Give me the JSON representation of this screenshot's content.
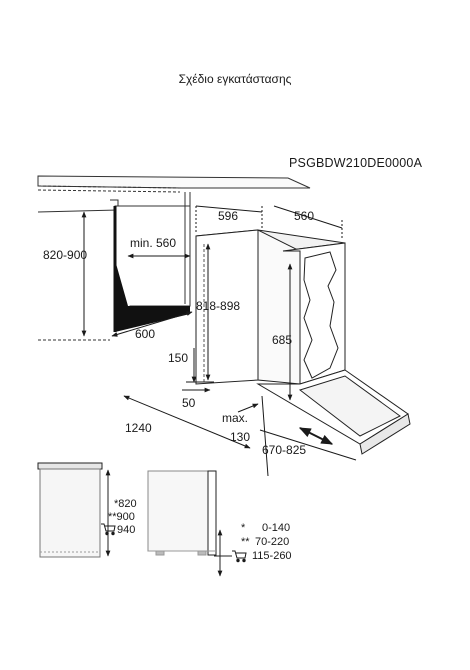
{
  "title": "Σχέδιο εγκατάστασης",
  "model": "PSGBDW210DE0000A",
  "dims": {
    "d596": "596",
    "d560": "560",
    "min560": "min. 560",
    "h820_900": "820-900",
    "h818_898": "818-898",
    "d600": "600",
    "d685": "685",
    "d150": "150",
    "d50": "50",
    "max": "max.",
    "d130": "130",
    "d1240": "1240",
    "d670_825": "670-825"
  },
  "legend_left": {
    "l1": "*820",
    "l2": "**900",
    "l3": "940"
  },
  "legend_right": {
    "s1": "*",
    "v1": "0-140",
    "s2": "**",
    "v2": "70-220",
    "v3": "115-260"
  },
  "icons": [
    "cart-icon"
  ]
}
